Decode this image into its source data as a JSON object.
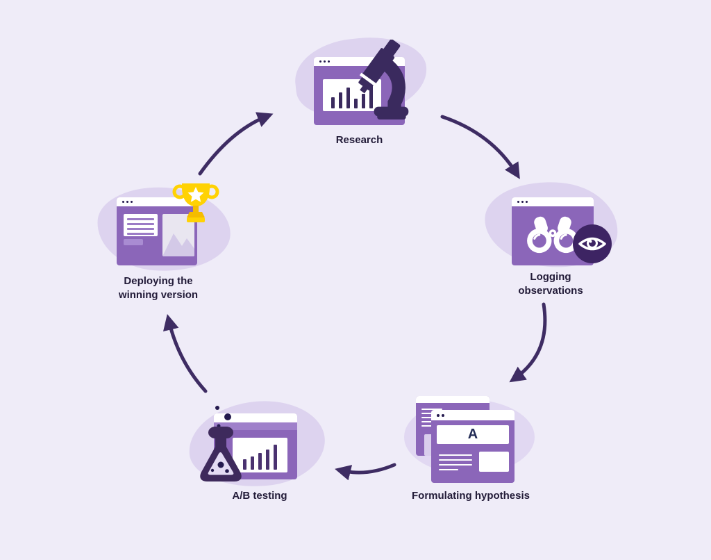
{
  "diagram": {
    "type": "cycle",
    "background_color": "#EFECF8",
    "palette": {
      "blob": "#DDD3EF",
      "window_purple": "#8B66B9",
      "window_chrome": "#FFFFFF",
      "dark_purple": "#3A2A5E",
      "accent_light_purple": "#A98CD2",
      "trophy_yellow": "#FFD204",
      "label_text": "#221B38",
      "arrow": "#3E2C63"
    },
    "stages": [
      {
        "label": "Research",
        "icon": "microscope-icon"
      },
      {
        "label": "Logging observations",
        "icon": "binoculars-eye-icon"
      },
      {
        "label": "Formulating hypothesis",
        "icon": "stacked-windows-icon",
        "banner_letter": "A"
      },
      {
        "label": "A/B testing",
        "icon": "flask-icon"
      },
      {
        "label": "Deploying the winning version",
        "icon": "trophy-icon"
      }
    ],
    "flow_order": [
      "Research",
      "Logging observations",
      "Formulating hypothesis",
      "A/B testing",
      "Deploying the winning version",
      "Research"
    ]
  }
}
